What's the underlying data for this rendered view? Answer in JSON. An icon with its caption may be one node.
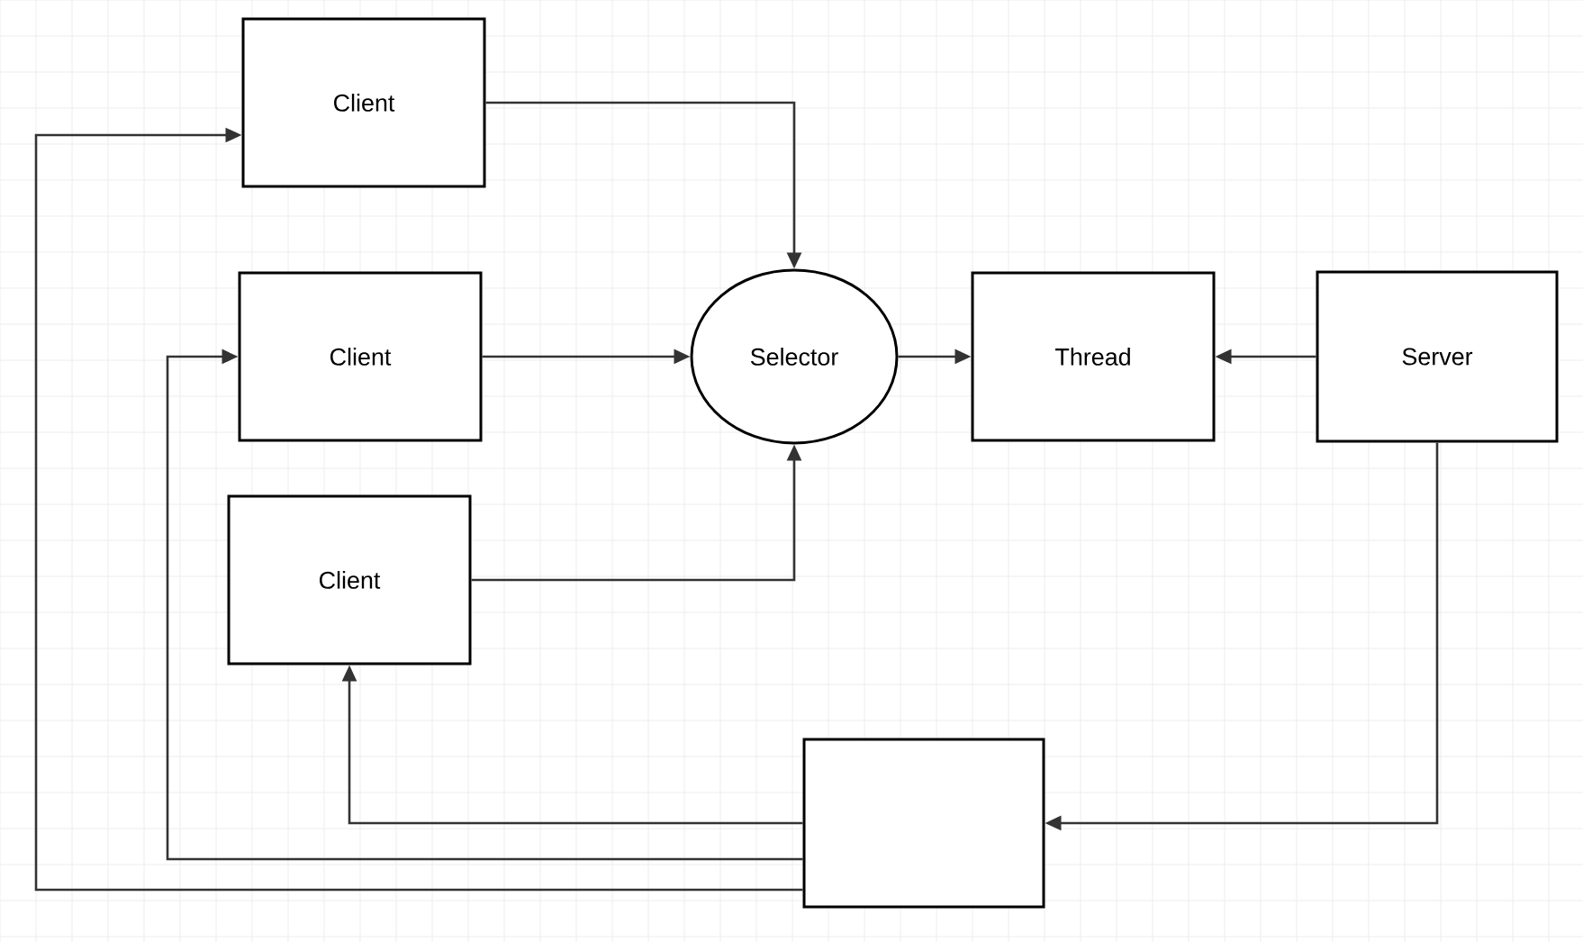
{
  "diagram": {
    "nodes": [
      {
        "text": [
          "Client"
        ]
      },
      {
        "text": [
          "Client"
        ]
      },
      {
        "text": [
          "Selector"
        ]
      },
      {
        "text": [
          "Thread"
        ]
      },
      {
        "text": [
          "Server"
        ]
      },
      {
        "text": [
          "Client"
        ]
      },
      {
        "text": [],
        "shape": "box"
      }
    ],
    "edges": [
      {
        "from": 0,
        "to": 2,
        "arrow": "to"
      },
      {
        "from": 1,
        "to": 2,
        "arrow": "to"
      },
      {
        "from": 5,
        "to": 2,
        "arrow": "to"
      },
      {
        "from": 2,
        "to": 3,
        "arrow": "to"
      },
      {
        "from": 4,
        "to": 3,
        "arrow": "to"
      },
      {
        "from": 4,
        "to": 6,
        "arrow": "to"
      },
      {
        "from": 6,
        "to": 5,
        "arrow": "to"
      },
      {
        "from": 6,
        "to": 1,
        "arrow": "to"
      },
      {
        "from": 6,
        "to": 0,
        "arrow": "to"
      }
    ]
  }
}
